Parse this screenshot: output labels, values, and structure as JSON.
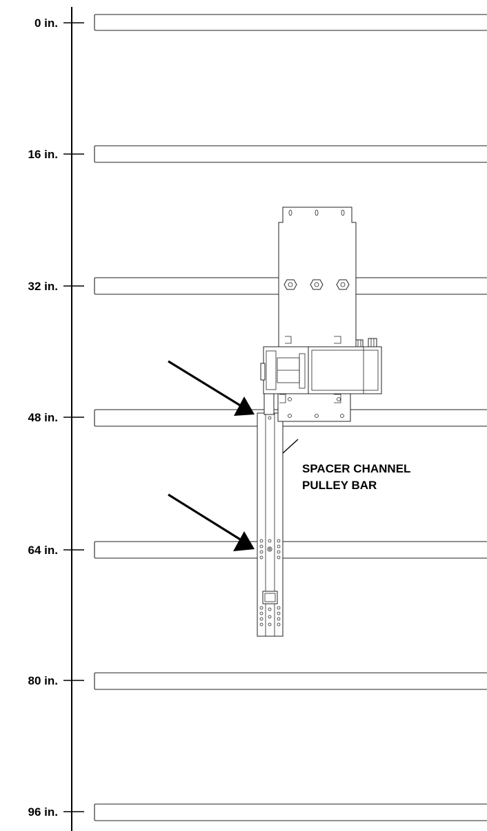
{
  "scale": {
    "labels": [
      "0 in.",
      "16 in.",
      "32 in.",
      "48 in.",
      "64 in.",
      "80 in.",
      "96 in."
    ]
  },
  "callout": {
    "line1": "SPACER CHANNEL",
    "line2": "PULLEY BAR"
  },
  "colors": {
    "ink": "#000000",
    "background": "#ffffff"
  },
  "icons": [
    "arrow-pointer-icon",
    "bolt-icon"
  ]
}
